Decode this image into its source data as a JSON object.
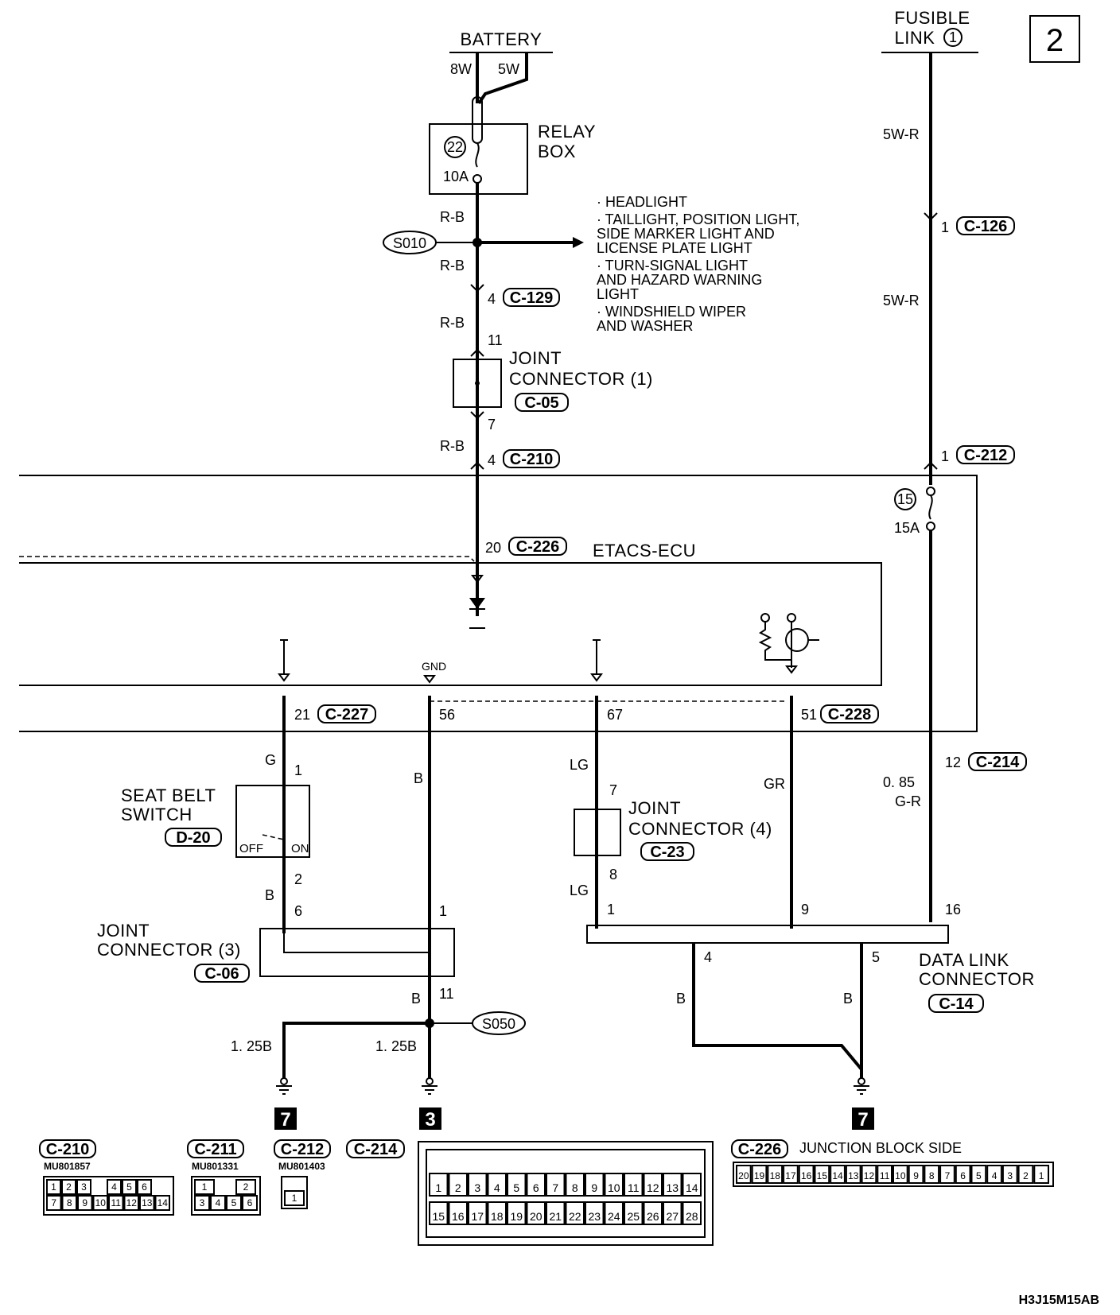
{
  "page_number": "2",
  "footer_code": "H3J15M15AB",
  "battery": {
    "label": "BATTERY",
    "wire_left": "8W",
    "wire_right": "5W"
  },
  "fusible_link": {
    "line1": "FUSIBLE",
    "line2": "LINK",
    "num": "1"
  },
  "relay_box": {
    "line1": "RELAY",
    "line2": "BOX",
    "fuse_no": "22",
    "fuse_amp": "10A"
  },
  "splice_s010": "S010",
  "splice_s050": "S050",
  "branch_notes": [
    "· HEADLIGHT",
    "· TAILLIGHT, POSITION LIGHT,",
    "  SIDE MARKER LIGHT AND",
    "  LICENSE PLATE LIGHT",
    "· TURN-SIGNAL LIGHT",
    "  AND HAZARD WARNING",
    "  LIGHT",
    "· WINDSHIELD WIPER",
    "  AND WASHER"
  ],
  "wire_colors": {
    "rb1": "R-B",
    "rb2": "R-B",
    "rb3": "R-B",
    "rb4": "R-B",
    "wr1": "5W-R",
    "wr2": "5W-R",
    "g": "G",
    "b_seat": "B",
    "b_gnd": "B",
    "lg1": "LG",
    "lg2": "LG",
    "gr": "GR",
    "gauge_085": "0. 85",
    "gr_085": "G-R",
    "b_11": "B",
    "b_dl4": "B",
    "b_dl5": "B",
    "gnd_left": "1. 25B",
    "gnd_mid": "1. 25B"
  },
  "pins": {
    "p4_c129": "4",
    "p11": "11",
    "p7": "7",
    "p4_c210": "4",
    "p1_c126": "1",
    "p1_c212": "1",
    "p20": "20",
    "p21": "21",
    "p56": "56",
    "p67": "67",
    "p51": "51",
    "p12": "12",
    "seat1": "1",
    "seat2": "2",
    "jc3_6": "6",
    "jc3_1": "1",
    "jc3_11": "11",
    "jc4_7": "7",
    "jc4_8": "8",
    "dl1": "1",
    "dl9": "9",
    "dl16": "16",
    "dl4": "4",
    "dl5": "5"
  },
  "connectors": {
    "c126": "C-126",
    "c129": "C-129",
    "c05": "C-05",
    "c210": "C-210",
    "c212": "C-212",
    "c226": "C-226",
    "c227": "C-227",
    "c228": "C-228",
    "c214": "C-214",
    "d20": "D-20",
    "c23": "C-23",
    "c06": "C-06",
    "c14": "C-14"
  },
  "joint_connector_1": {
    "line1": "JOINT",
    "line2": "CONNECTOR (1)"
  },
  "joint_connector_3": {
    "line1": "JOINT",
    "line2": "CONNECTOR (3)"
  },
  "joint_connector_4": {
    "line1": "JOINT",
    "line2": "CONNECTOR (4)"
  },
  "seat_belt_switch": {
    "line1": "SEAT BELT",
    "line2": "SWITCH",
    "off": "OFF",
    "on": "ON"
  },
  "etacs": {
    "label": "ETACS-ECU",
    "gnd": "GND",
    "fuse_no": "15",
    "fuse_amp": "15A"
  },
  "data_link": {
    "line1": "DATA LINK",
    "line2": "CONNECTOR"
  },
  "ground_refs": {
    "left": "7",
    "middle": "3",
    "right": "7"
  },
  "legend": {
    "c210": {
      "code": "C-210",
      "part": "MU801857",
      "row1": [
        "1",
        "2",
        "3",
        "",
        "4",
        "5",
        "6"
      ],
      "row2": [
        "7",
        "8",
        "9",
        "10",
        "11",
        "12",
        "13",
        "14"
      ]
    },
    "c211": {
      "code": "C-211",
      "part": "MU801331",
      "row1": [
        "1",
        "",
        "2"
      ],
      "row2": [
        "3",
        "4",
        "5",
        "6"
      ]
    },
    "c212": {
      "code": "C-212",
      "part": "MU801403",
      "row1": [
        "1"
      ]
    },
    "c214": {
      "code": "C-214",
      "row1": [
        "1",
        "2",
        "3",
        "4",
        "5",
        "6",
        "7",
        "8",
        "9",
        "10",
        "11",
        "12",
        "13",
        "14"
      ],
      "row2": [
        "15",
        "16",
        "17",
        "18",
        "19",
        "20",
        "21",
        "22",
        "23",
        "24",
        "25",
        "26",
        "27",
        "28"
      ]
    },
    "c226": {
      "code": "C-226",
      "side": "JUNCTION BLOCK SIDE",
      "row1": [
        "20",
        "19",
        "18",
        "17",
        "16",
        "15",
        "14",
        "13",
        "12",
        "11",
        "10",
        "9",
        "8",
        "7",
        "6",
        "5",
        "4",
        "3",
        "2",
        "1"
      ]
    }
  }
}
